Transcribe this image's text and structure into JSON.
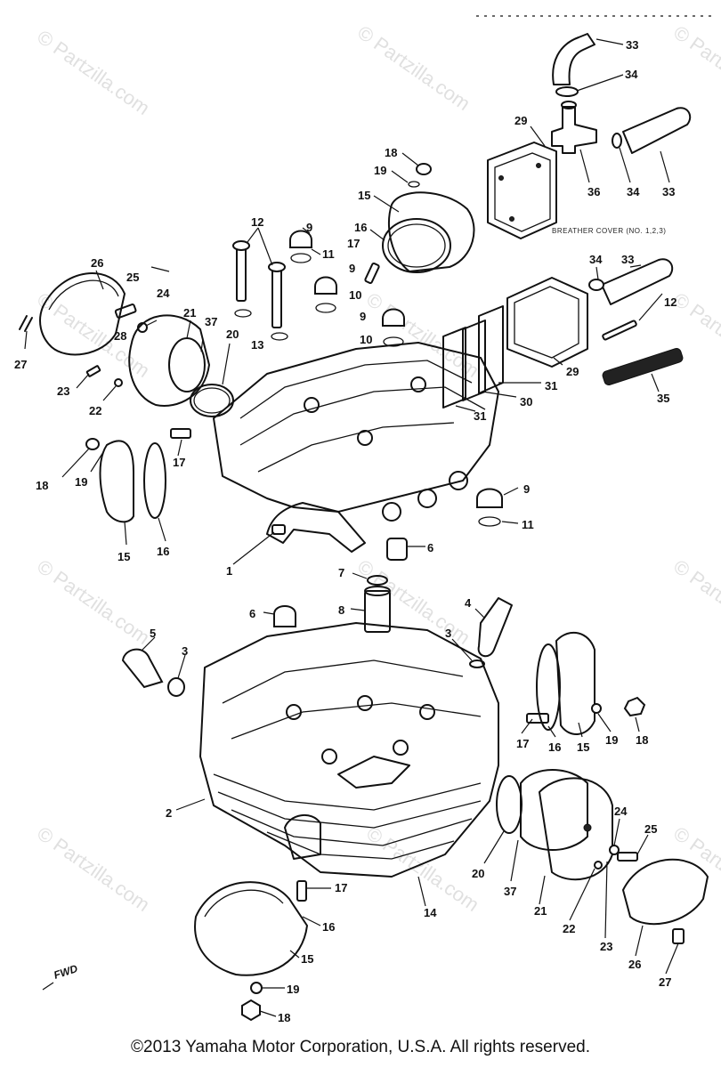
{
  "watermark": "© Partzilla.com",
  "label_breather": "BREATHER COVER (NO. 1,2,3)",
  "label_fwd": "FWD",
  "copyright": "©2013 Yamaha Motor Corporation, U.S.A. All rights reserved.",
  "callouts": {
    "c33a": "33",
    "c34a": "34",
    "c29a": "29",
    "c36": "36",
    "c34b": "34",
    "c33b": "33",
    "c18a": "18",
    "c19a": "19",
    "c15a": "15",
    "c16a": "16",
    "c17a": "17",
    "c12a": "12",
    "c9a": "9",
    "c11a": "11",
    "c9b": "9",
    "c10a": "10",
    "c9c": "9",
    "c10b": "10",
    "c13": "13",
    "c26a": "26",
    "c25a": "25",
    "c24a": "24",
    "c21a": "21",
    "c37a": "37",
    "c28": "28",
    "c20a": "20",
    "c27a": "27",
    "c23a": "23",
    "c22a": "22",
    "c34c": "34",
    "c33c": "33",
    "c12b": "12",
    "c29b": "29",
    "c31a": "31",
    "c30": "30",
    "c31b": "31",
    "c35": "35",
    "c18b": "18",
    "c19b": "19",
    "c15b": "15",
    "c16b": "16",
    "c17b": "17",
    "c9d": "9",
    "c11b": "11",
    "c6a": "6",
    "c1": "1",
    "c7": "7",
    "c8": "8",
    "c6b": "6",
    "c4": "4",
    "c5": "5",
    "c3a": "3",
    "c3b": "3",
    "c17c": "17",
    "c16c": "16",
    "c15c": "15",
    "c19c": "19",
    "c18c": "18",
    "c2": "2",
    "c24b": "24",
    "c25b": "25",
    "c20b": "20",
    "c37b": "37",
    "c21b": "21",
    "c22b": "22",
    "c23b": "23",
    "c26b": "26",
    "c27b": "27",
    "c17d": "17",
    "c14": "14",
    "c16d": "16",
    "c15d": "15",
    "c19d": "19",
    "c18d": "18"
  }
}
